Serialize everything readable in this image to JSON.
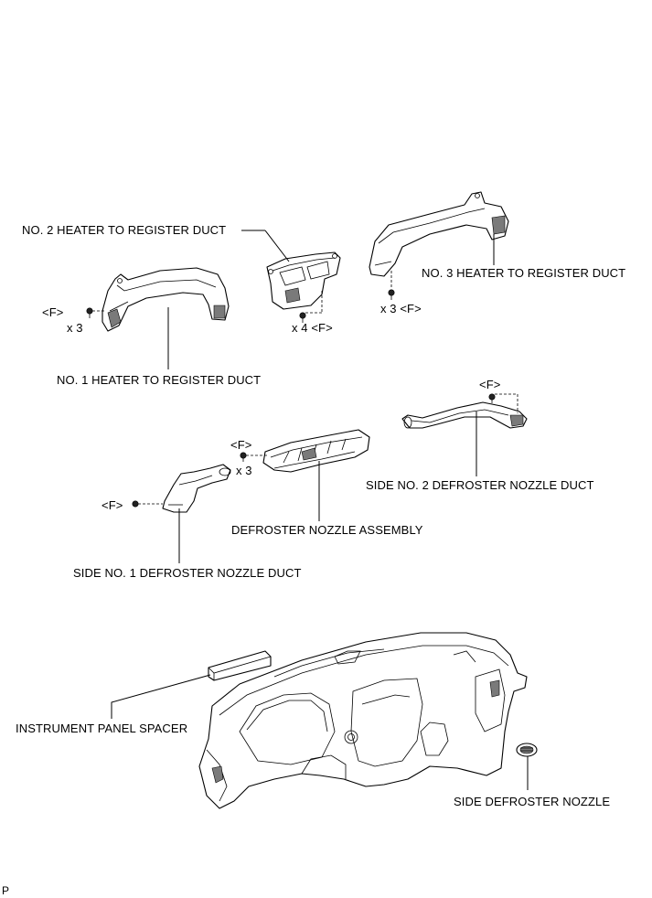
{
  "labels": {
    "no2_heater_duct": "NO. 2 HEATER TO REGISTER DUCT",
    "no3_heater_duct": "NO. 3 HEATER TO REGISTER DUCT",
    "no1_heater_duct": "NO. 1 HEATER TO REGISTER DUCT",
    "side_no2_defroster_duct": "SIDE NO. 2 DEFROSTER NOZZLE DUCT",
    "defroster_nozzle_assembly": "DEFROSTER NOZZLE ASSEMBLY",
    "side_no1_defroster_duct": "SIDE NO. 1 DEFROSTER NOZZLE DUCT",
    "instrument_panel_spacer": "INSTRUMENT PANEL SPACER",
    "side_defroster_nozzle": "SIDE DEFROSTER NOZZLE"
  },
  "fasteners": {
    "no1_clip": "<F>",
    "no1_qty": "x 3",
    "no2_qty_clip": "x 4 <F>",
    "no3_qty_clip": "x 3 <F>",
    "side2_clip": "<F>",
    "defroster_clip": "<F>",
    "defroster_qty": "x 3",
    "side1_clip": "<F>"
  },
  "footer": {
    "code": "P"
  }
}
